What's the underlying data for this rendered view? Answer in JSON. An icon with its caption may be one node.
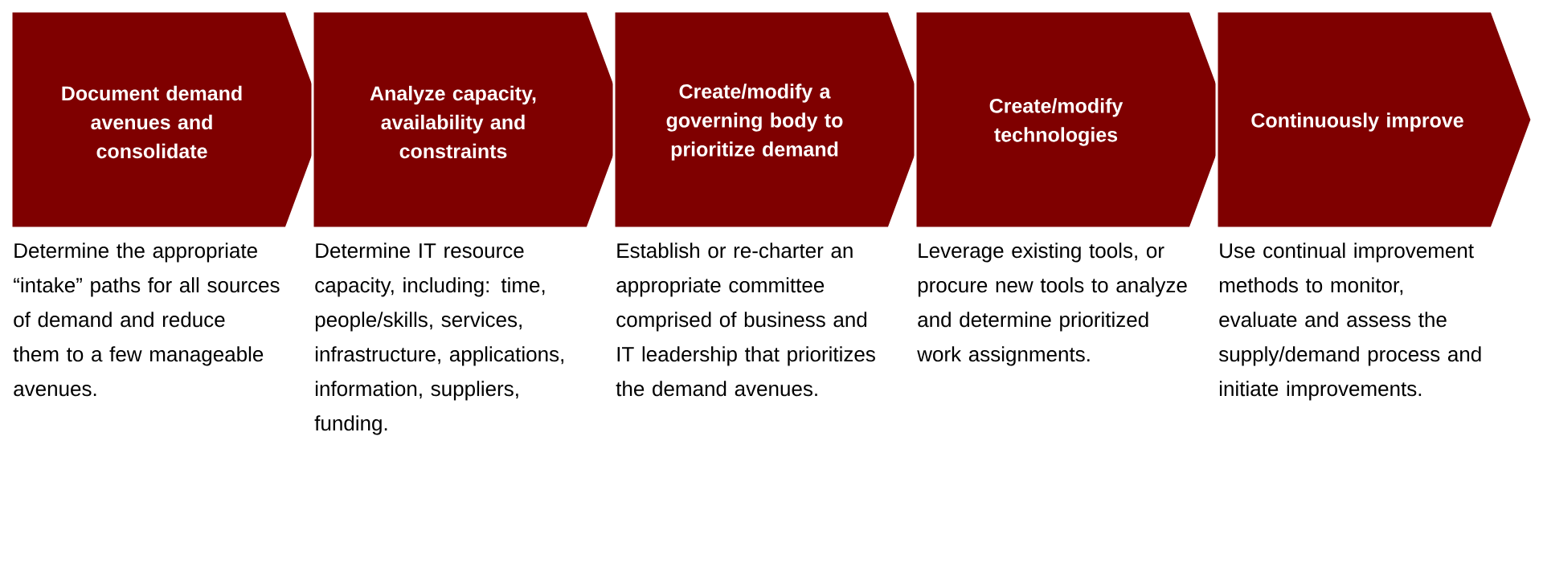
{
  "diagram": {
    "nodes": [
      {
        "text": [
          "Document demand avenues and consolidate"
        ],
        "beside": [
          "Determine the appropriate “intake” paths for all sources of demand and reduce them to a few manageable avenues."
        ]
      },
      {
        "text": [
          "Analyze capacity, availability and constraints"
        ],
        "beside": [
          "Determine IT resource capacity, including: time, people/skills, services, infrastructure, applications, information, suppliers, funding."
        ]
      },
      {
        "text": [
          "Create/modify a governing body to prioritize demand"
        ],
        "beside": [
          "Establish or re-charter an appropriate committee comprised of business and IT leadership that prioritizes the demand avenues."
        ]
      },
      {
        "text": [
          "Create/modify technologies"
        ],
        "beside": [
          "Leverage existing tools, or procure new tools to analyze and determine prioritized work assignments."
        ]
      },
      {
        "text": [
          "Continuously improve"
        ],
        "beside": [
          "Use continual improvement methods to monitor, evaluate and assess the supply/demand process and initiate improvements."
        ]
      }
    ]
  }
}
